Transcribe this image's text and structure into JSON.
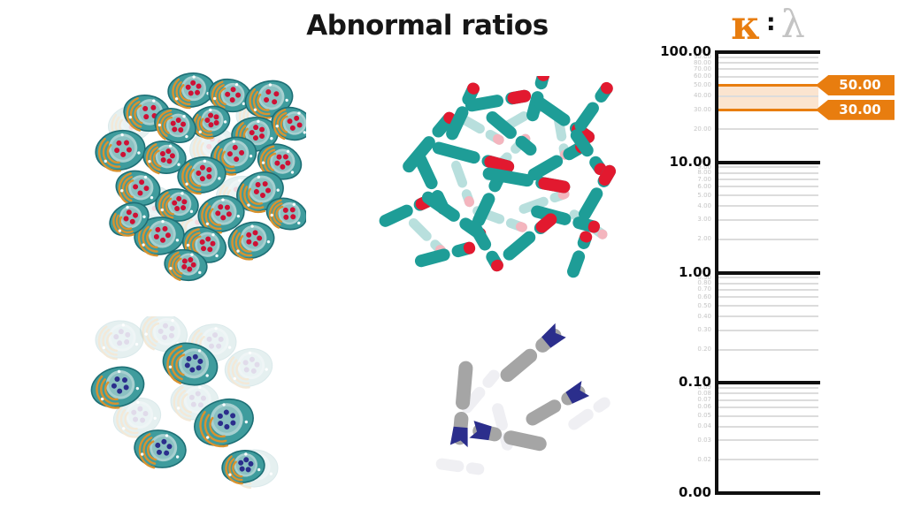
{
  "title": "Abnormal ratios",
  "scale": {
    "kappa_symbol": "κ",
    "separator": ":",
    "lambda_symbol": "λ"
  },
  "chart_data": {
    "type": "other",
    "subtype": "logarithmic-ratio-scale",
    "title": "κ : λ",
    "axis": {
      "scale": "log",
      "range": [
        0.01,
        100
      ],
      "major_ticks": [
        100,
        10,
        1,
        0.1,
        0
      ],
      "major_tick_labels": [
        "100.00",
        "10.00",
        "1.00",
        "0.10",
        "0.00"
      ],
      "minor_ticks": [
        90,
        80,
        70,
        60,
        50,
        40,
        30,
        20,
        9,
        8,
        7,
        6,
        5,
        4,
        3,
        2,
        0.9,
        0.8,
        0.7,
        0.6,
        0.5,
        0.4,
        0.3,
        0.2,
        0.09,
        0.08,
        0.07,
        0.06,
        0.05,
        0.04,
        0.03,
        0.02
      ]
    },
    "highlighted_range": {
      "from": 30,
      "to": 50
    },
    "annotations": [
      {
        "label": "50.00",
        "value": 50
      },
      {
        "label": "30.00",
        "value": 30
      }
    ]
  },
  "panels": {
    "kappa_plasma_cells": {
      "solid_count": 23,
      "faded_count": 6
    },
    "kappa_free_light_chains": {
      "solid_count": 21,
      "faded_count": 9
    },
    "lambda_plasma_cells": {
      "solid_count": 5,
      "faded_count": 7
    },
    "lambda_free_light_chains": {
      "solid_count": 4,
      "faded_count": 4
    }
  },
  "colors": {
    "accent_orange": "#E87D0F",
    "band_fill": "#FBE4CF",
    "lambda_glyph_grey": "#C4C4C4",
    "cell_teal": "#3F9C9D",
    "cell_outline": "#1D6F75",
    "nucleus_outer": "#A7D0D0",
    "nucleus_inner": "#8BC1C2",
    "kappa_red": "#CE1135",
    "lambda_navy": "#2B2E8C",
    "er_orange": "#D8922F",
    "chain_teal": "#1E9D97",
    "chain_tip_red": "#E2192F",
    "chain_grey": "#A5A5A5",
    "ghost_teal": "#A7D8D5",
    "ghost_pink": "#F2A3AF"
  }
}
